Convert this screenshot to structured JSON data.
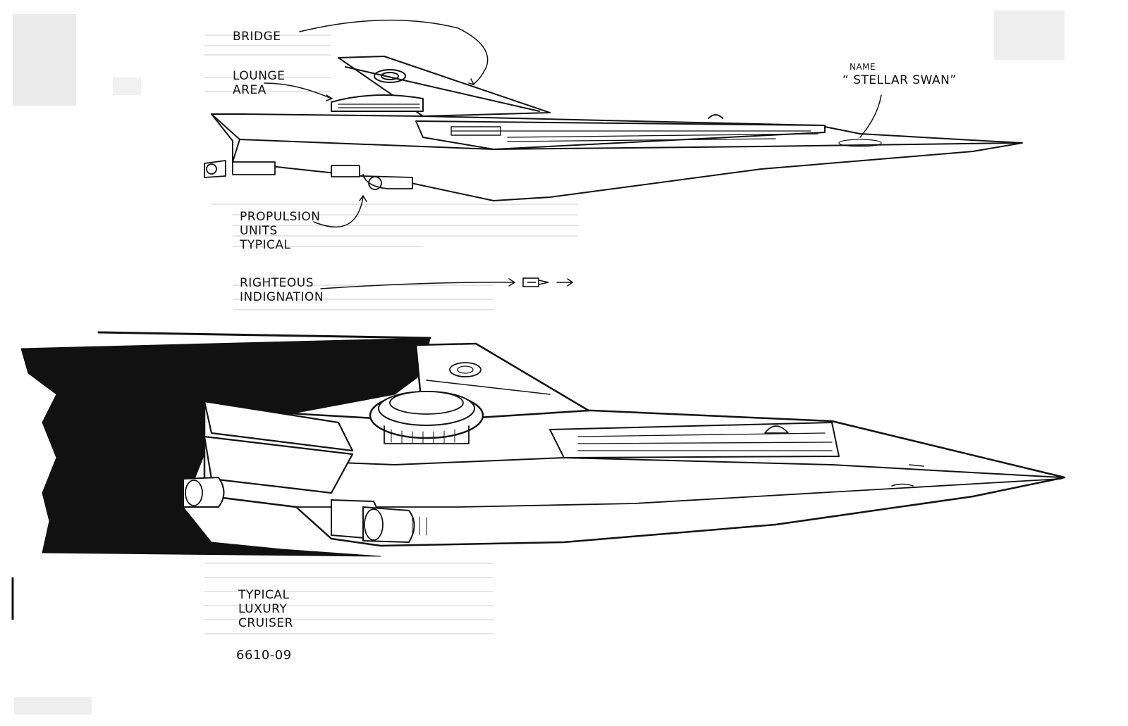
{
  "labels": {
    "bridge": "BRIDGE",
    "lounge_line1": "LOUNGE",
    "lounge_line2": "AREA",
    "name_caption": "NAME",
    "ship_name": "“ STELLAR SWAN”",
    "propulsion_line1": "PROPULSION",
    "propulsion_line2": "UNITS",
    "propulsion_line3": "TYPICAL",
    "righteous_line1": "RIGHTEOUS",
    "righteous_line2": "INDIGNATION",
    "cruiser_line1": "TYPICAL",
    "cruiser_line2": "LUXURY",
    "cruiser_line3": "CRUISER",
    "drawing_number": "6610-09"
  },
  "colors": {
    "ink": "#111111",
    "paper": "#ffffff",
    "smudge": "#9a9a9a"
  }
}
